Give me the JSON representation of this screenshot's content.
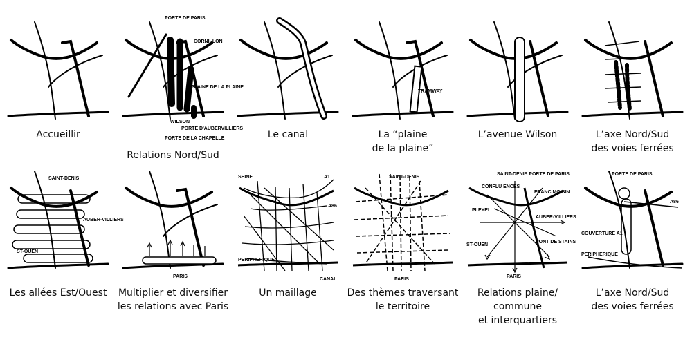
{
  "panels": [
    {
      "caption": "Accueillir",
      "labels": []
    },
    {
      "caption": "Relations Nord/Sud",
      "labels": [
        "PORTE DE PARIS",
        "CORNILLON",
        "PLAINE DE LA PLAINE",
        "WILSON",
        "PORTE D'AUBERVILLIERS",
        "PORTE DE LA CHAPELLE"
      ]
    },
    {
      "caption": "Le canal",
      "labels": []
    },
    {
      "caption": "La “plaine\nde la plaine”",
      "labels": [
        "TRAMWAY"
      ]
    },
    {
      "caption": "L’avenue Wilson",
      "labels": []
    },
    {
      "caption": "L’axe Nord/Sud\ndes voies ferrées",
      "labels": []
    },
    {
      "caption": "Les allées Est/Ouest",
      "labels": [
        "SAINT-DENIS",
        "AUBER-VILLIERS",
        "ST-OUEN"
      ]
    },
    {
      "caption": "Multiplier et diversifier\nles relations avec Paris",
      "labels": [
        "PARIS"
      ]
    },
    {
      "caption": "Un maillage",
      "labels": [
        "SEINE",
        "A1",
        "A86",
        "PERIPHERIQUE",
        "CANAL"
      ]
    },
    {
      "caption": "Des thèmes traversant\nle territoire",
      "labels": [
        "SAINT-DENIS",
        "PARIS"
      ]
    },
    {
      "caption": "Relations plaine/\ncommune\net interquartiers",
      "labels": [
        "SAINT-DENIS PORTE DE PARIS",
        "CONFLU ENCES",
        "FRANC MOISIN",
        "PLEYEL",
        "AUBER-VILLIERS",
        "ST-OUEN",
        "PONT DE STAINS",
        "PARIS"
      ]
    },
    {
      "caption": "L’axe Nord/Sud\ndes voies ferrées",
      "labels": [
        "PORTE DE PARIS",
        "A86",
        "COUVERTURE A1",
        "PERIPHERIQUE"
      ]
    }
  ]
}
